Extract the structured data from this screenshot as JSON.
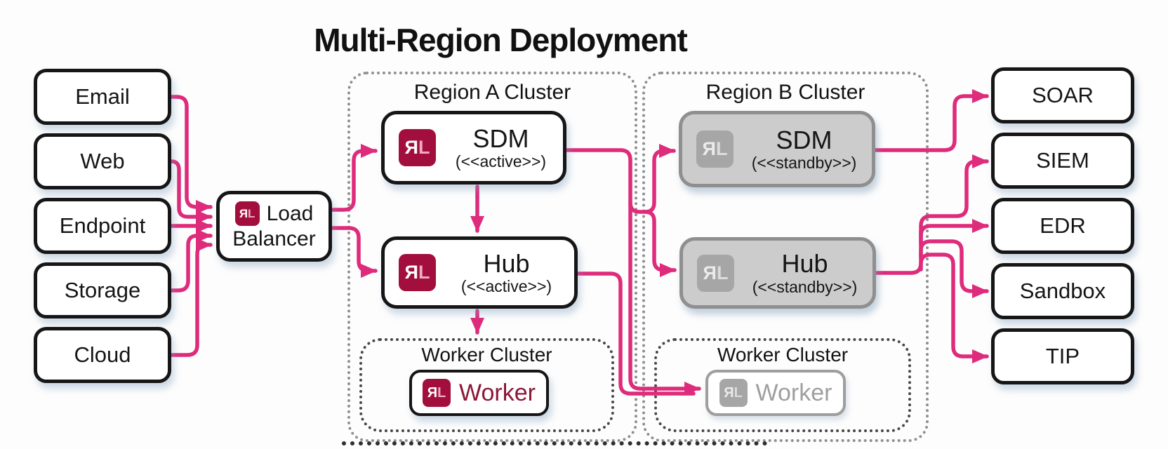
{
  "title": "Multi-Region Deployment",
  "colors": {
    "arrow_pink": "#DE2B7B",
    "brand_red": "#A30F3D",
    "standby_fill": "#CCCCCC",
    "standby_border": "#8F8F8F",
    "worker_text_active": "#8C1737",
    "worker_text_standby": "#9F9F9F"
  },
  "logo": {
    "r": "Я",
    "l": "L"
  },
  "sources": {
    "items": [
      "Email",
      "Web",
      "Endpoint",
      "Storage",
      "Cloud"
    ]
  },
  "destinations": {
    "items": [
      "SOAR",
      "SIEM",
      "EDR",
      "Sandbox",
      "TIP"
    ]
  },
  "load_balancer": {
    "line1": "Load",
    "line2": "Balancer"
  },
  "region_a": {
    "title": "Region A Cluster",
    "sdm": {
      "name": "SDM",
      "stereotype": "(<<active>>)"
    },
    "hub": {
      "name": "Hub",
      "stereotype": "(<<active>>)"
    },
    "worker_cluster": {
      "title": "Worker Cluster",
      "worker": "Worker"
    }
  },
  "region_b": {
    "title": "Region B Cluster",
    "sdm": {
      "name": "SDM",
      "stereotype": "(<<standby>>)"
    },
    "hub": {
      "name": "Hub",
      "stereotype": "(<<standby>>)"
    },
    "worker_cluster": {
      "title": "Worker Cluster",
      "worker": "Worker"
    }
  }
}
